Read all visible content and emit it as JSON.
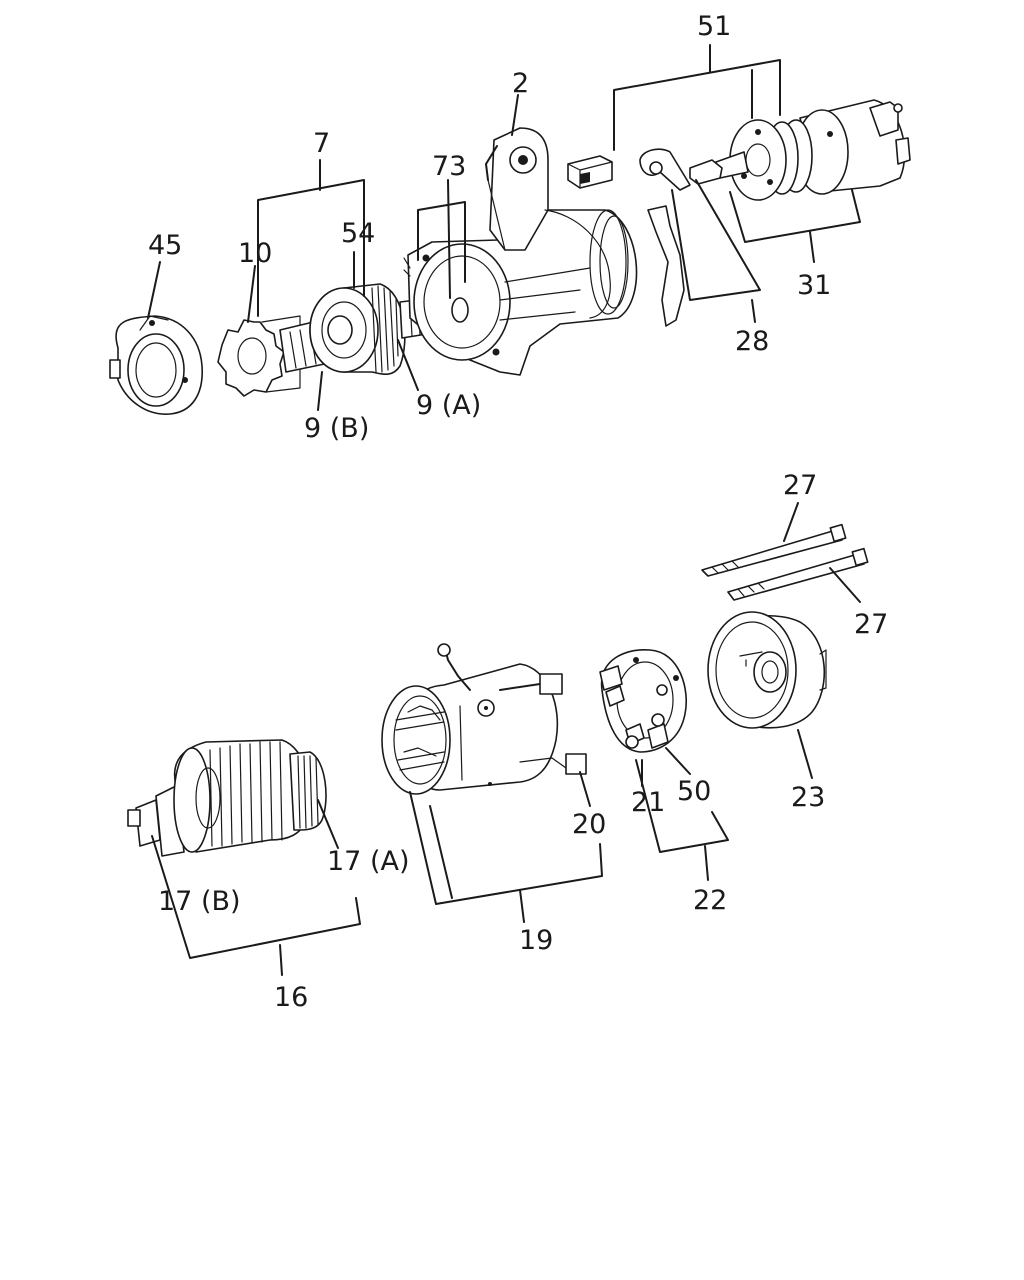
{
  "labels": {
    "l51": "51",
    "l2": "2",
    "l7": "7",
    "l73": "73",
    "l54": "54",
    "l45": "45",
    "l10": "10",
    "l31": "31",
    "l28": "28",
    "l9a": "9 (A)",
    "l9b": "9 (B)",
    "l27a": "27",
    "l27b": "27",
    "l20": "20",
    "l21": "21",
    "l50": "50",
    "l23": "23",
    "l17a": "17 (A)",
    "l17b": "17 (B)",
    "l22": "22",
    "l19": "19",
    "l16": "16"
  },
  "colors": {
    "ink": "#1a1a1a",
    "paper": "#ffffff"
  }
}
